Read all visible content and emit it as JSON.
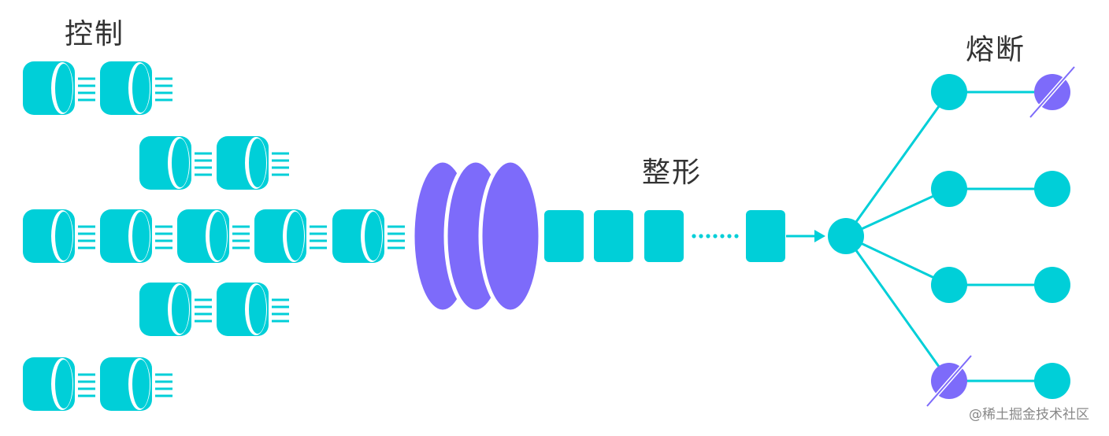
{
  "labels": {
    "control": "控制",
    "shaping": "整形",
    "circuit_breaking": "熔断"
  },
  "watermark": "@稀土掘金技术社区",
  "colors": {
    "cyan": "#00CFD8",
    "purple": "#7D6BFA",
    "text": "#333333",
    "watermark": "#888888"
  },
  "icons": {
    "request_cylinder": "cylinder-icon",
    "speed_lines": "speed-lines-icon",
    "limiter": "limiter-rings-icon",
    "packet": "packet-icon",
    "dots": "ellipsis-dots-icon",
    "service_node": "node-icon",
    "broken_node": "broken-node-icon"
  }
}
